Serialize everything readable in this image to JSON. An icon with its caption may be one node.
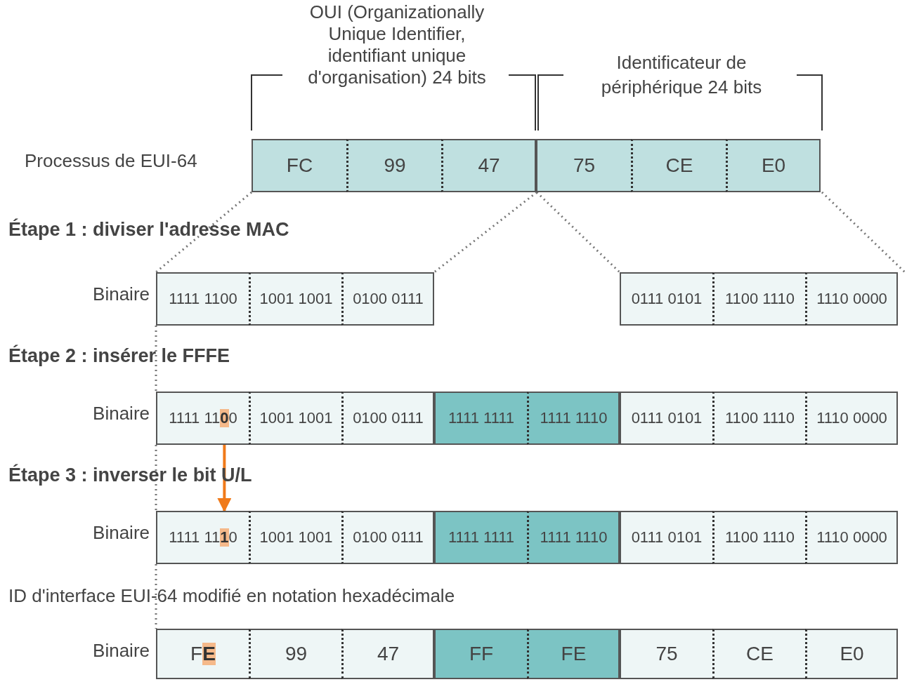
{
  "diagram": {
    "nodes": [
      {
        "text": [
          "FC"
        ]
      },
      {
        "text": [
          "99"
        ]
      },
      {
        "text": [
          "47"
        ]
      },
      {
        "text": [
          "75"
        ]
      },
      {
        "text": [
          "CE"
        ]
      },
      {
        "text": [
          "E0"
        ]
      },
      {
        "text": [
          "1111 1100"
        ]
      },
      {
        "text": [
          "1001 1001"
        ]
      },
      {
        "text": [
          "0100 0111"
        ]
      },
      {
        "text": [
          "0111 0101"
        ]
      },
      {
        "text": [
          "1100 1110"
        ]
      },
      {
        "text": [
          "1110 0000"
        ]
      },
      {
        "text": [
          "1111 11**0**0"
        ]
      },
      {
        "text": [
          "1001 1001"
        ]
      },
      {
        "text": [
          "0100 0111"
        ]
      },
      {
        "text": [
          "1111 1111"
        ]
      },
      {
        "text": [
          "1111 1110"
        ]
      },
      {
        "text": [
          "0111 0101"
        ]
      },
      {
        "text": [
          "1100 1110"
        ]
      },
      {
        "text": [
          "1110 0000"
        ]
      },
      {
        "text": [
          "1111 11**1**0"
        ]
      },
      {
        "text": [
          "1001 1001"
        ]
      },
      {
        "text": [
          "0100 0111"
        ]
      },
      {
        "text": [
          "1111 1111"
        ]
      },
      {
        "text": [
          "1111 1110"
        ]
      },
      {
        "text": [
          "0111 0101"
        ]
      },
      {
        "text": [
          "1100 1110"
        ]
      },
      {
        "text": [
          "1110 0000"
        ]
      },
      {
        "text": [
          "F**E**"
        ]
      },
      {
        "text": [
          "99"
        ]
      },
      {
        "text": [
          "47"
        ]
      },
      {
        "text": [
          "FF"
        ]
      },
      {
        "text": [
          "FE"
        ]
      },
      {
        "text": [
          "75"
        ]
      },
      {
        "text": [
          "CE"
        ]
      },
      {
        "text": [
          "E0"
        ]
      }
    ],
    "edges": [
      {
        "from": 12,
        "to": 20,
        "arrow": "to"
      }
    ],
    "labels": [
      "OUI (Organizationally Unique Identifier, identifiant unique d'organisation) 24 bits",
      "Identificateur de périphérique 24 bits",
      "Processus de EUI-64",
      "Étape 1 : diviser l'adresse MAC",
      "Binaire",
      "Étape 2 : insérer le FFFE",
      "Binaire",
      "Étape 3 : inverser le bit U/L",
      "Binaire",
      "ID d'interface EUI-64 modifié en notation hexadécimale",
      "Binaire"
    ]
  }
}
